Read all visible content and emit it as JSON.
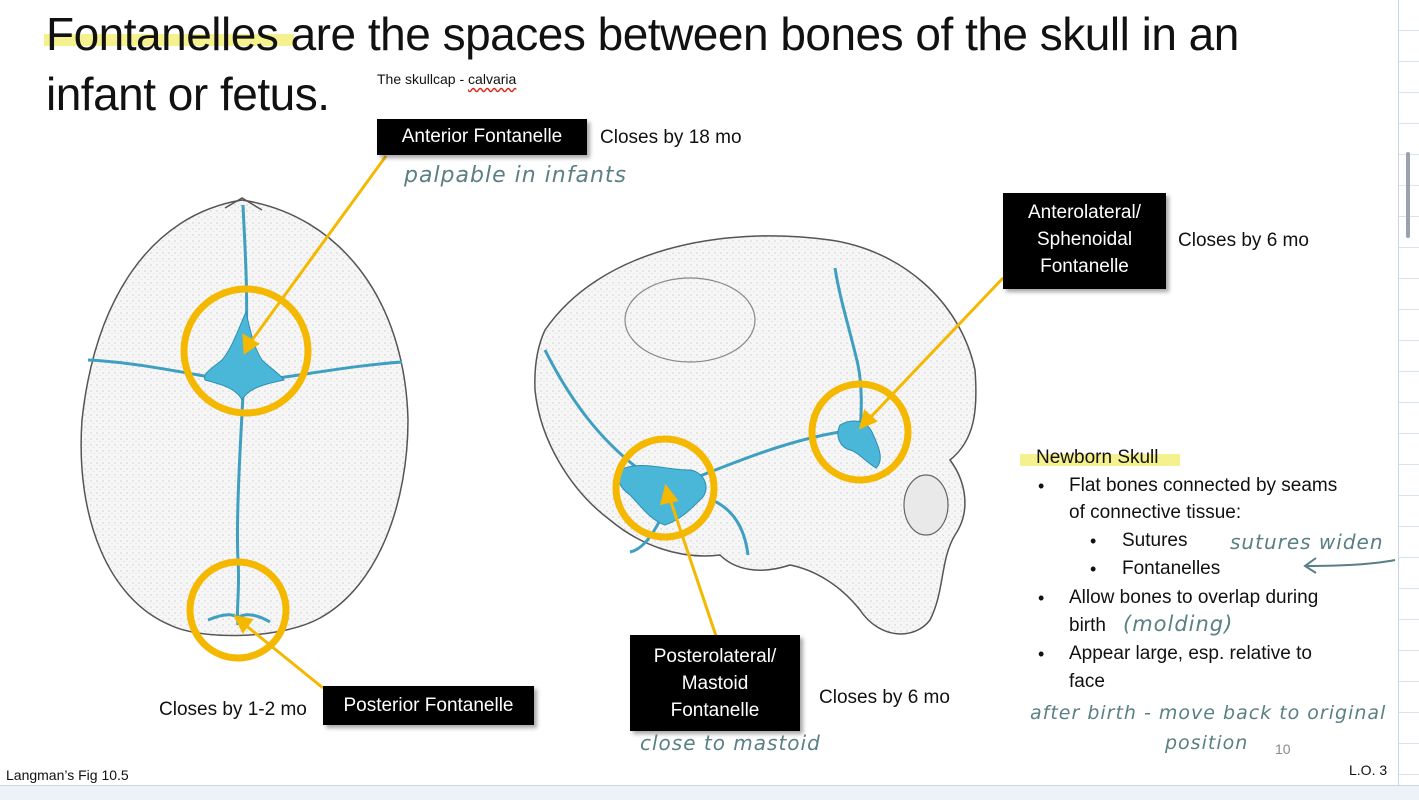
{
  "title": "Fontanelles are the spaces between bones of the skull in an infant or fetus.",
  "skullcap": {
    "prefix": "The skullcap - ",
    "term": "calvaria"
  },
  "labels": {
    "anterior": "Anterior Fontanelle",
    "anterior_closes": "Closes by 18 mo",
    "anterolateral_1": "Anterolateral/",
    "anterolateral_2": "Sphenoidal",
    "anterolateral_3": "Fontanelle",
    "anterolateral_closes": "Closes by 6 mo",
    "posterior": "Posterior Fontanelle",
    "posterior_closes": "Closes by 1-2 mo",
    "posterolateral_1": "Posterolateral/",
    "posterolateral_2": "Mastoid",
    "posterolateral_3": "Fontanelle",
    "posterolateral_closes": "Closes by 6 mo"
  },
  "handwriting": {
    "palpable": "palpable in infants",
    "sutures_widen": "sutures widen",
    "molding": "(molding)",
    "after_birth_1": "after birth - move back to original",
    "after_birth_2": "position",
    "close_to_mastoid": "close to mastoid"
  },
  "newborn": {
    "heading": "Newborn Skull",
    "b1_l1": "Flat bones connected by seams",
    "b1_l2": "of connective tissue:",
    "sub1": "Sutures",
    "sub2": "Fontanelles",
    "b2_l1": "Allow bones to overlap during",
    "b2_l2": "birth",
    "b3_l1": "Appear large, esp. relative to",
    "b3_l2": "face",
    "bullet_char": "•"
  },
  "footer": {
    "source": "Langman’s Fig 10.5",
    "lo": "L.O. 3",
    "page": "10"
  },
  "colors": {
    "accent": "#f5b800",
    "fontanelle": "#4ab7d9",
    "suture": "#3e9fc1",
    "label_bg": "#000000"
  }
}
